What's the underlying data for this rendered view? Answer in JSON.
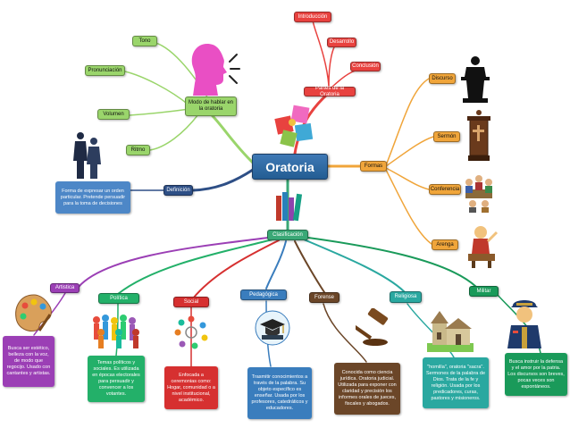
{
  "central": "Oratoria",
  "branches": {
    "partes": {
      "label": "Partes de la Oratoria",
      "items": {
        "introduccion": "Introducción",
        "desarrollo": "Desarrollo",
        "conclusion": "Conclusión"
      }
    },
    "modo": {
      "label": "Modo de hablar en la oratoria",
      "items": {
        "tono": "Tono",
        "pronunciacion": "Pronunciación",
        "volumen": "Volumen",
        "ritmo": "Ritmo"
      }
    },
    "formas": {
      "label": "Formas",
      "items": {
        "discurso": "Discurso",
        "sermon": "Sermón",
        "conferencia": "Conferencia",
        "arenga": "Arenga"
      }
    },
    "definicion": {
      "label": "Definición",
      "text": "Forma de expresar un orden particular. Pretende persuadir para la toma de decisiones"
    },
    "clasificacion": {
      "label": "Clasificación",
      "items": {
        "artistica": {
          "label": "Artistica",
          "text": "Busca ser estético, belleza con la voz, de modo que regocijo. Usado con cantantes y artistas."
        },
        "politica": {
          "label": "Política",
          "text": "Temas políticos y sociales. Es utilizada en épocas electorales para persuadir y convencer a los votantes."
        },
        "social": {
          "label": "Social",
          "text": "Enfocada a ceremonias como: Hogar, comunidad o a nivel institucional, académico."
        },
        "pedagogica": {
          "label": "Pedagógica",
          "text": "Trasmitir conocimientos a través de la palabra. Su objeto específico es enseñar. Usada por los profesores, catedráticos y educadores."
        },
        "forense": {
          "label": "Forense",
          "text": "Conocida como ciencia jurídica. Oratoria judicial. Utilizada para exponer con claridad y precisión los informes orales de jueces, fiscales y abogados."
        },
        "religiosa": {
          "label": "Religiosa",
          "text": "\"homilía\", oratoria \"sacra\". Sermones de la palabra de Dios. Trata de la fe y religión. Usada por los predicadores, curas, pastores y misioneros."
        },
        "militar": {
          "label": "Militar",
          "text": "Busca instruir la defensa y el amor por la patria. Los discursos son breves, pocas veces son espontáneos."
        }
      }
    }
  },
  "colors": {
    "central": "#2f6aa3",
    "partes": "#e8423f",
    "modo": "#9ad56b",
    "formas": "#f0a53a",
    "definicion": "#2e4f86",
    "clasificacion": "#3aa876",
    "artistica": "#9b3fb5",
    "politica": "#23b069",
    "social": "#d63030",
    "pedagogica": "#3a7dbd",
    "forense": "#6b4628",
    "religiosa": "#2aa8a0",
    "militar": "#1a9a5a"
  },
  "icons": [
    "person-speaking-icon",
    "puzzle-icon",
    "speakers-icon",
    "podium-icon",
    "pulpit-icon",
    "conference-icon",
    "arenga-icon",
    "books-icon",
    "palette-icon",
    "crowd-icon",
    "social-circle-icon",
    "graduation-icon",
    "gavel-icon",
    "church-icon",
    "soldier-icon"
  ]
}
